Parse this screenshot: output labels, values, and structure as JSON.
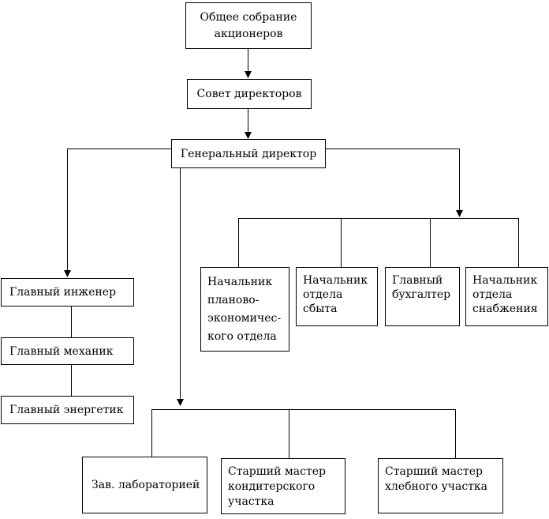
{
  "nodes": {
    "general_meeting": {
      "lines": [
        "Общее собрание",
        "акционеров"
      ]
    },
    "board": {
      "label": "Совет директоров"
    },
    "ceo": {
      "label": "Генеральный директор"
    },
    "chief_engineer": {
      "label": "Главный инженер"
    },
    "chief_mechanic": {
      "label": "Главный механик"
    },
    "chief_power": {
      "label": "Главный энергетик"
    },
    "planning": {
      "lines": [
        "Начальник",
        "планово-",
        "экономичес-",
        "кого отдела"
      ]
    },
    "sales": {
      "lines": [
        "Начальник",
        "отдела",
        "сбыта"
      ]
    },
    "accountant": {
      "lines": [
        "Главный",
        "бухгалтер"
      ]
    },
    "supply": {
      "lines": [
        "Начальник",
        "отдела",
        "снабжения"
      ]
    },
    "lab": {
      "label": "Зав. лабораторией"
    },
    "confectionery": {
      "lines": [
        "Старший мастер",
        "кондитерского",
        "участка"
      ]
    },
    "bread": {
      "lines": [
        "Старший мастер",
        "хлебного участка"
      ]
    }
  },
  "colors": {
    "line": "#000000",
    "box_border": "#000000",
    "box_background": "#ffffff",
    "text": "#000000",
    "page_background": "#ffffff"
  }
}
